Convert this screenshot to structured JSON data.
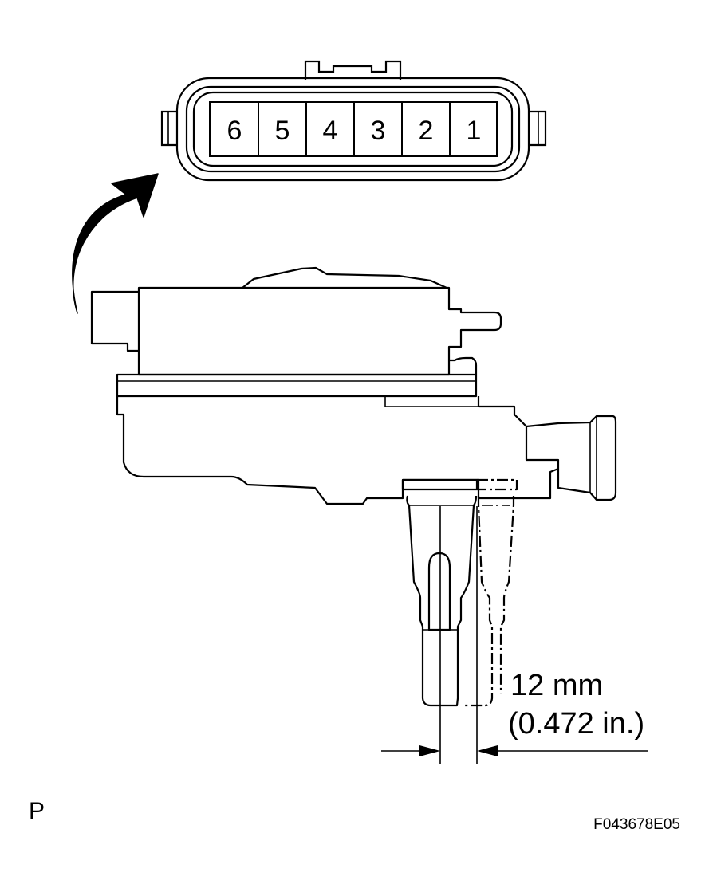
{
  "connector": {
    "pins": [
      "6",
      "5",
      "4",
      "3",
      "2",
      "1"
    ]
  },
  "dimension": {
    "value_mm": "12 mm",
    "value_in": "(0.472 in.)"
  },
  "view_marker": "P",
  "figure_id": "F043678E05",
  "colors": {
    "ink": "#000000",
    "paper": "#ffffff"
  }
}
